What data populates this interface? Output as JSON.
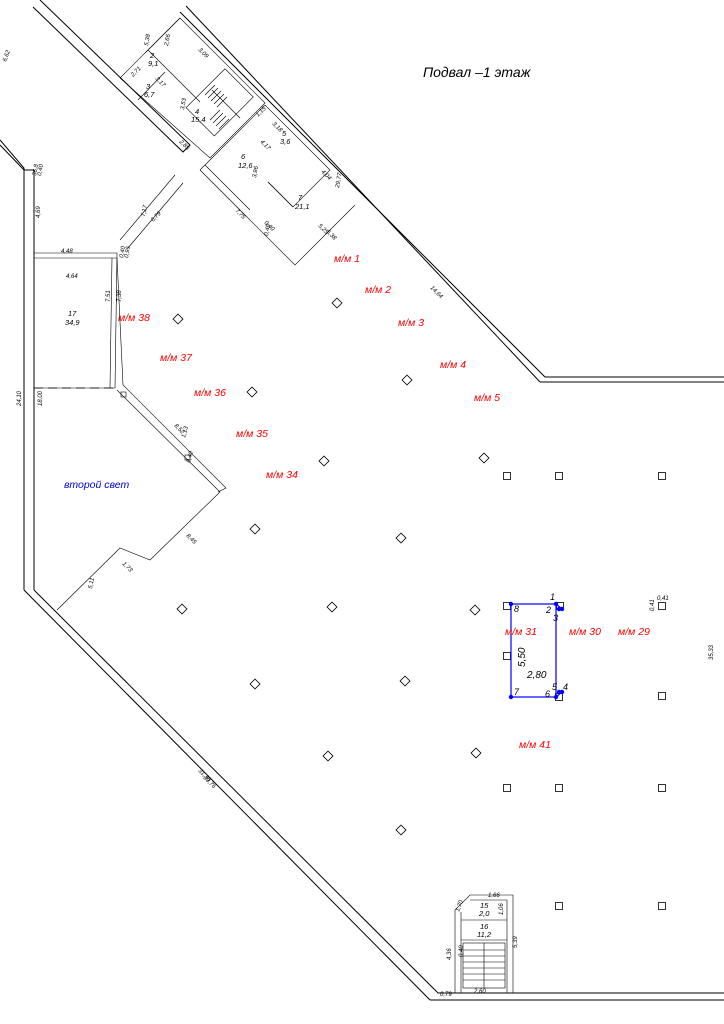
{
  "title": "Подвал –1 этаж",
  "second_light": "второй свет",
  "rooms": [
    {
      "num": "2",
      "area": "9,1"
    },
    {
      "num": "3",
      "area": "6,7"
    },
    {
      "num": "4",
      "area": "15,4"
    },
    {
      "num": "5",
      "area": "3,6"
    },
    {
      "num": "6",
      "area": "12,6"
    },
    {
      "num": "7",
      "area": "21,1"
    },
    {
      "num": "17",
      "area": "34,9"
    },
    {
      "num": "15",
      "area": "2,0"
    },
    {
      "num": "16",
      "area": "11,2"
    }
  ],
  "parking": [
    "м/м 1",
    "м/м 2",
    "м/м 3",
    "м/м 4",
    "м/м 5",
    "м/м 38",
    "м/м 37",
    "м/м 36",
    "м/м 35",
    "м/м 34",
    "м/м 31",
    "м/м 30",
    "м/м 29",
    "м/м 41"
  ],
  "selection": {
    "width": "2,80",
    "height": "5,50",
    "vertices": [
      "1",
      "2",
      "3",
      "4",
      "5",
      "6",
      "7",
      "8"
    ]
  },
  "dims": [
    "6,62",
    "5,38",
    "2,66",
    "3,09",
    "2,71",
    "3,17",
    "3,53",
    "2,85",
    "1,15",
    "3,18",
    "4,17",
    "3,96",
    "29,77",
    "4,04",
    "7,17",
    "6,79",
    "7,75",
    "0,40",
    "5,25",
    "5,38",
    "14,64",
    "4,48",
    "4,64",
    "4,69",
    "36,8",
    "0,40",
    "7,51",
    "7,38",
    "8,52",
    "1,13",
    "0,40",
    "8,45",
    "1,73",
    "5,11",
    "24,10",
    "18,00",
    "31,38",
    "33,76",
    "0,41",
    "0,41",
    "35,33",
    "1,70",
    "1,66",
    "1,06",
    "0,40",
    "4,36",
    "5,39",
    "0,79",
    "2,60",
    "0,95",
    "0,40",
    "0,40"
  ]
}
